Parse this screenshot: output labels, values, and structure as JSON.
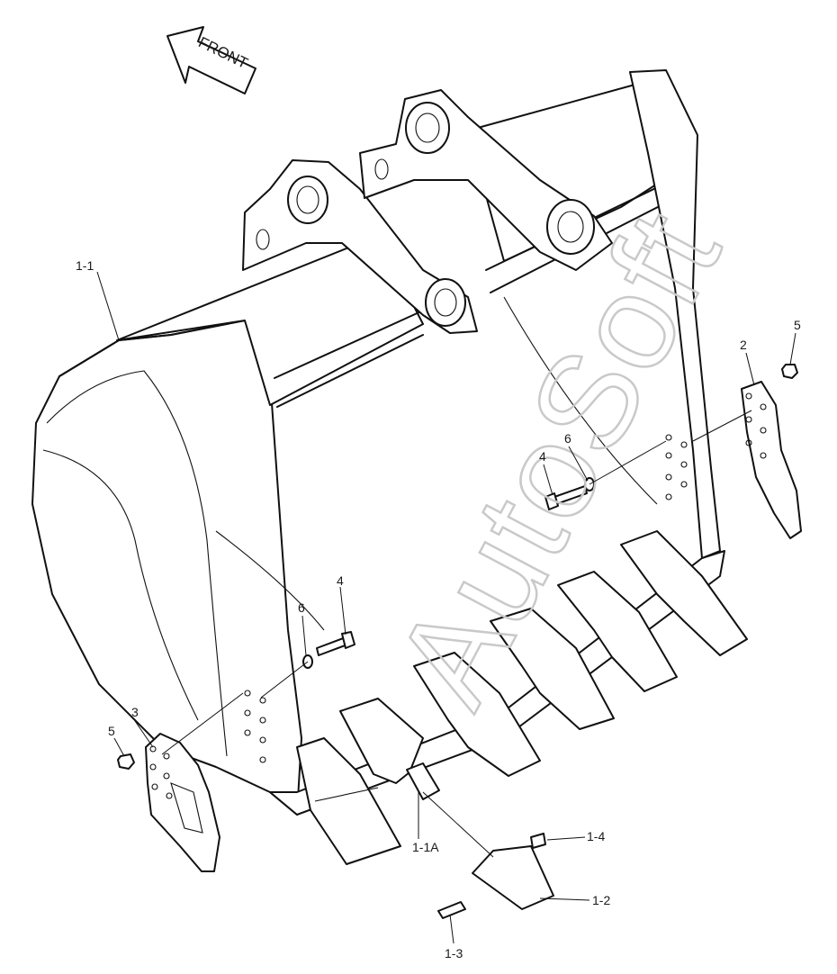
{
  "diagram": {
    "direction_label": "FRONT",
    "watermark": "AutoSoft",
    "callouts": {
      "c_1_1": "1-1",
      "c_1_1A": "1-1A",
      "c_1_2": "1-2",
      "c_1_3": "1-3",
      "c_1_4": "1-4",
      "c_2": "2",
      "c_3": "3",
      "c_4_right": "4",
      "c_4_left": "4",
      "c_5_right": "5",
      "c_5_left": "5",
      "c_6_right": "6",
      "c_6_left": "6"
    }
  }
}
